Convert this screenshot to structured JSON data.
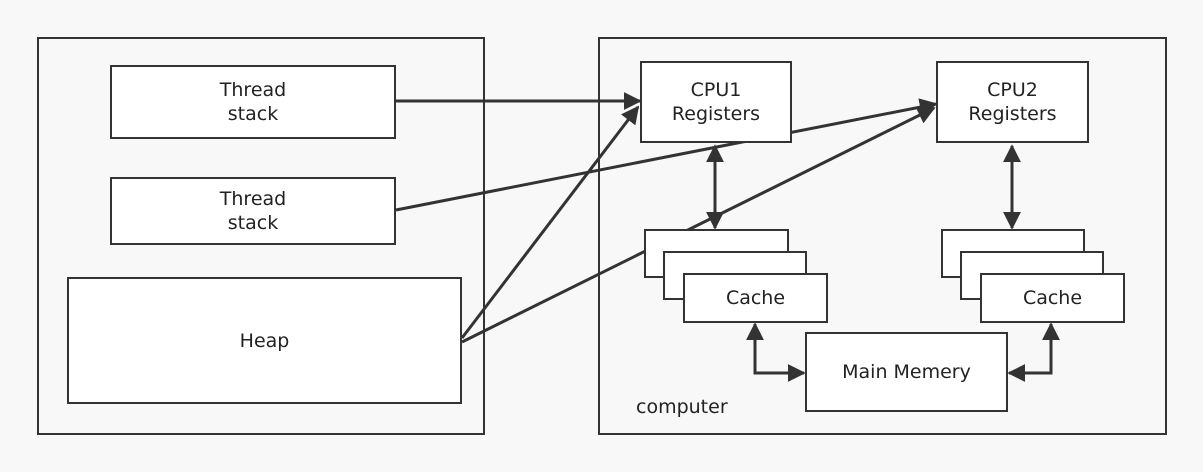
{
  "jvm": {
    "thread_stack_1": {
      "line1": "Thread",
      "line2": "stack"
    },
    "thread_stack_2": {
      "line1": "Thread",
      "line2": "stack"
    },
    "heap": "Heap"
  },
  "computer": {
    "label": "computer",
    "cpu1": {
      "line1": "CPU1",
      "line2": "Registers"
    },
    "cpu2": {
      "line1": "CPU2",
      "line2": "Registers"
    },
    "cache_left": "Cache",
    "cache_right": "Cache",
    "main_memory": "Main Memery"
  },
  "colors": {
    "line": "#333333",
    "box_fill": "#ffffff",
    "background": "#f8f8f8"
  }
}
